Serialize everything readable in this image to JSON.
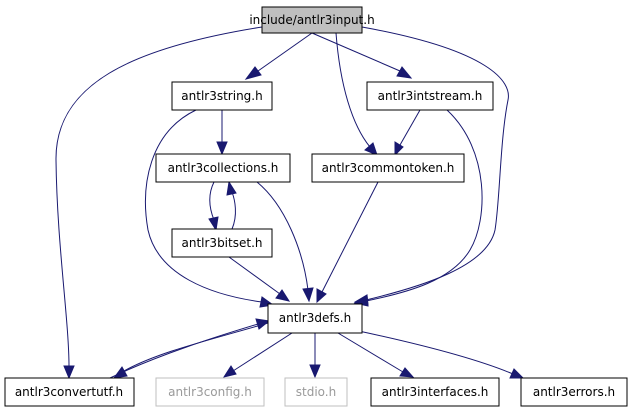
{
  "graph": {
    "edge_color": "#191970",
    "root_fill": "#bfbfbf",
    "external_border": "#bfbfbf",
    "nodes": {
      "input": {
        "label": "include/antlr3input.h",
        "kind": "root"
      },
      "string": {
        "label": "antlr3string.h",
        "kind": "normal"
      },
      "intstream": {
        "label": "antlr3intstream.h",
        "kind": "normal"
      },
      "collections": {
        "label": "antlr3collections.h",
        "kind": "normal"
      },
      "commontoken": {
        "label": "antlr3commontoken.h",
        "kind": "normal"
      },
      "bitset": {
        "label": "antlr3bitset.h",
        "kind": "normal"
      },
      "defs": {
        "label": "antlr3defs.h",
        "kind": "normal"
      },
      "convertutf": {
        "label": "antlr3convertutf.h",
        "kind": "normal"
      },
      "config": {
        "label": "antlr3config.h",
        "kind": "external"
      },
      "stdio": {
        "label": "stdio.h",
        "kind": "external"
      },
      "interfaces": {
        "label": "antlr3interfaces.h",
        "kind": "normal"
      },
      "errors": {
        "label": "antlr3errors.h",
        "kind": "normal"
      }
    },
    "edges": [
      {
        "from": "input",
        "to": "string"
      },
      {
        "from": "input",
        "to": "intstream"
      },
      {
        "from": "input",
        "to": "commontoken"
      },
      {
        "from": "input",
        "to": "convertutf"
      },
      {
        "from": "input",
        "to": "defs"
      },
      {
        "from": "string",
        "to": "collections"
      },
      {
        "from": "string",
        "to": "defs"
      },
      {
        "from": "intstream",
        "to": "commontoken"
      },
      {
        "from": "intstream",
        "to": "defs"
      },
      {
        "from": "collections",
        "to": "bitset"
      },
      {
        "from": "bitset",
        "to": "collections"
      },
      {
        "from": "collections",
        "to": "defs"
      },
      {
        "from": "bitset",
        "to": "defs"
      },
      {
        "from": "commontoken",
        "to": "defs"
      },
      {
        "from": "defs",
        "to": "convertutf"
      },
      {
        "from": "convertutf",
        "to": "defs"
      },
      {
        "from": "defs",
        "to": "config"
      },
      {
        "from": "defs",
        "to": "stdio"
      },
      {
        "from": "defs",
        "to": "interfaces"
      },
      {
        "from": "defs",
        "to": "errors"
      }
    ]
  }
}
